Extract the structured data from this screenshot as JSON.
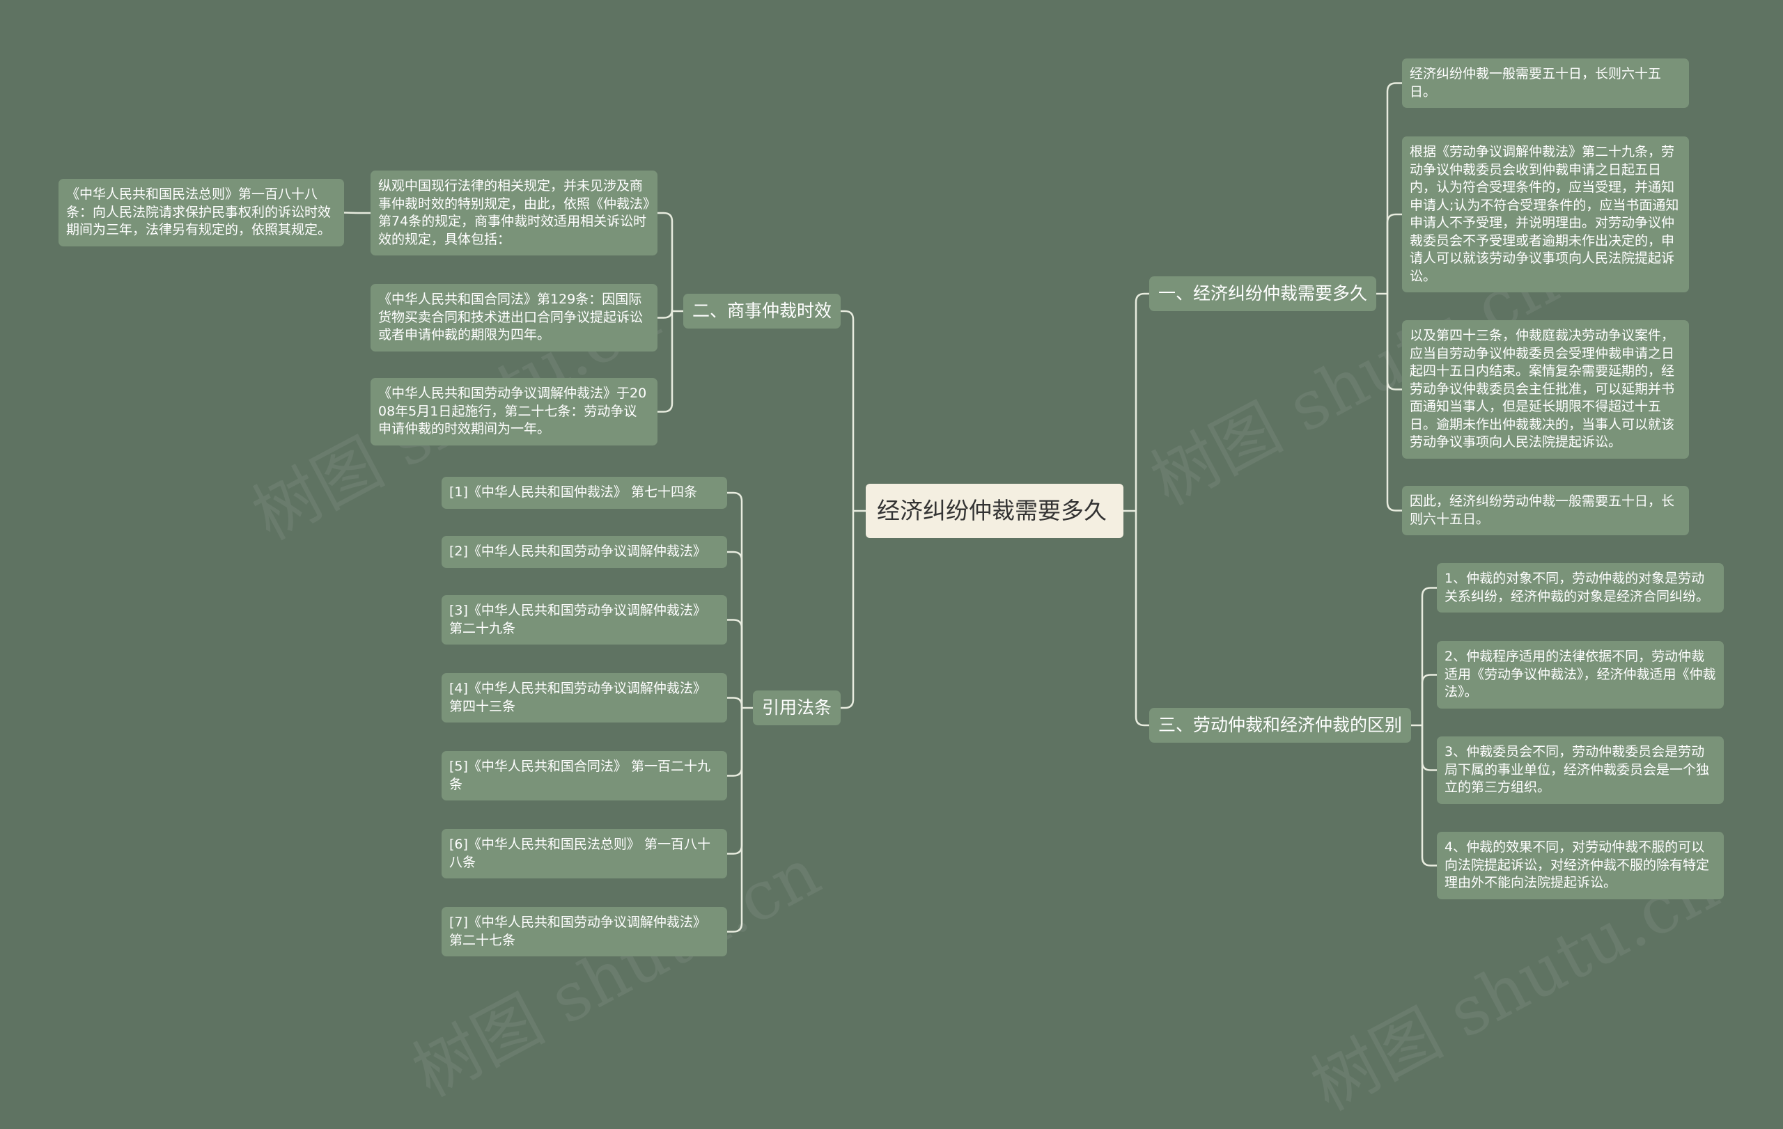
{
  "colors": {
    "background": "#5f7362",
    "node": "#7a9379",
    "root": "#f4efe1",
    "edge": "#e8ecdf"
  },
  "watermark": "树图 shutu.cn",
  "root": {
    "label": "经济纠纷仲裁需要多久"
  },
  "branches": [
    {
      "label": "一、经济纠纷仲裁需要多久",
      "children": [
        "经济纠纷仲裁一般需要五十日，长则六十五日。",
        "根据《劳动争议调解仲裁法》第二十九条，劳动争议仲裁委员会收到仲裁申请之日起五日内，认为符合受理条件的，应当受理，并通知申请人;认为不符合受理条件的，应当书面通知申请人不予受理，并说明理由。对劳动争议仲裁委员会不予受理或者逾期未作出决定的，申请人可以就该劳动争议事项向人民法院提起诉讼。",
        "以及第四十三条，仲裁庭裁决劳动争议案件，应当自劳动争议仲裁委员会受理仲裁申请之日起四十五日内结束。案情复杂需要延期的，经劳动争议仲裁委员会主任批准，可以延期并书面通知当事人，但是延长期限不得超过十五日。逾期未作出仲裁裁决的，当事人可以就该劳动争议事项向人民法院提起诉讼。",
        "因此，经济纠纷劳动仲裁一般需要五十日，长则六十五日。"
      ]
    },
    {
      "label": "二、商事仲裁时效",
      "children": [
        "纵观中国现行法律的相关规定，并未见涉及商事仲裁时效的特别规定，由此，依照《仲裁法》第74条的规定，商事仲裁时效适用相关诉讼时效的规定，具体包括：",
        "《中华人民共和国合同法》第129条：因国际货物买卖合同和技术进出口合同争议提起诉讼或者申请仲裁的期限为四年。",
        "《中华人民共和国劳动争议调解仲裁法》于2008年5月1日起施行，第二十七条：劳动争议申请仲裁的时效期间为一年。"
      ],
      "grandchild": "《中华人民共和国民法总则》第一百八十八条：向人民法院请求保护民事权利的诉讼时效期间为三年，法律另有规定的，依照其规定。"
    },
    {
      "label": "三、劳动仲裁和经济仲裁的区别",
      "children": [
        "1、仲裁的对象不同，劳动仲裁的对象是劳动关系纠纷，经济仲裁的对象是经济合同纠纷。",
        "2、仲裁程序适用的法律依据不同，劳动仲裁适用《劳动争议仲裁法》，经济仲裁适用《仲裁法》。",
        "3、仲裁委员会不同，劳动仲裁委员会是劳动局下属的事业单位，经济仲裁委员会是一个独立的第三方组织。",
        "4、仲裁的效果不同，对劳动仲裁不服的可以向法院提起诉讼，对经济仲裁不服的除有特定理由外不能向法院提起诉讼。"
      ]
    },
    {
      "label": "引用法条",
      "children": [
        "[1]《中华人民共和国仲裁法》 第七十四条",
        "[2]《中华人民共和国劳动争议调解仲裁法》",
        "[3]《中华人民共和国劳动争议调解仲裁法》 第二十九条",
        "[4]《中华人民共和国劳动争议调解仲裁法》 第四十三条",
        "[5]《中华人民共和国合同法》 第一百二十九条",
        "[6]《中华人民共和国民法总则》 第一百八十八条",
        "[7]《中华人民共和国劳动争议调解仲裁法》 第二十七条"
      ]
    }
  ]
}
